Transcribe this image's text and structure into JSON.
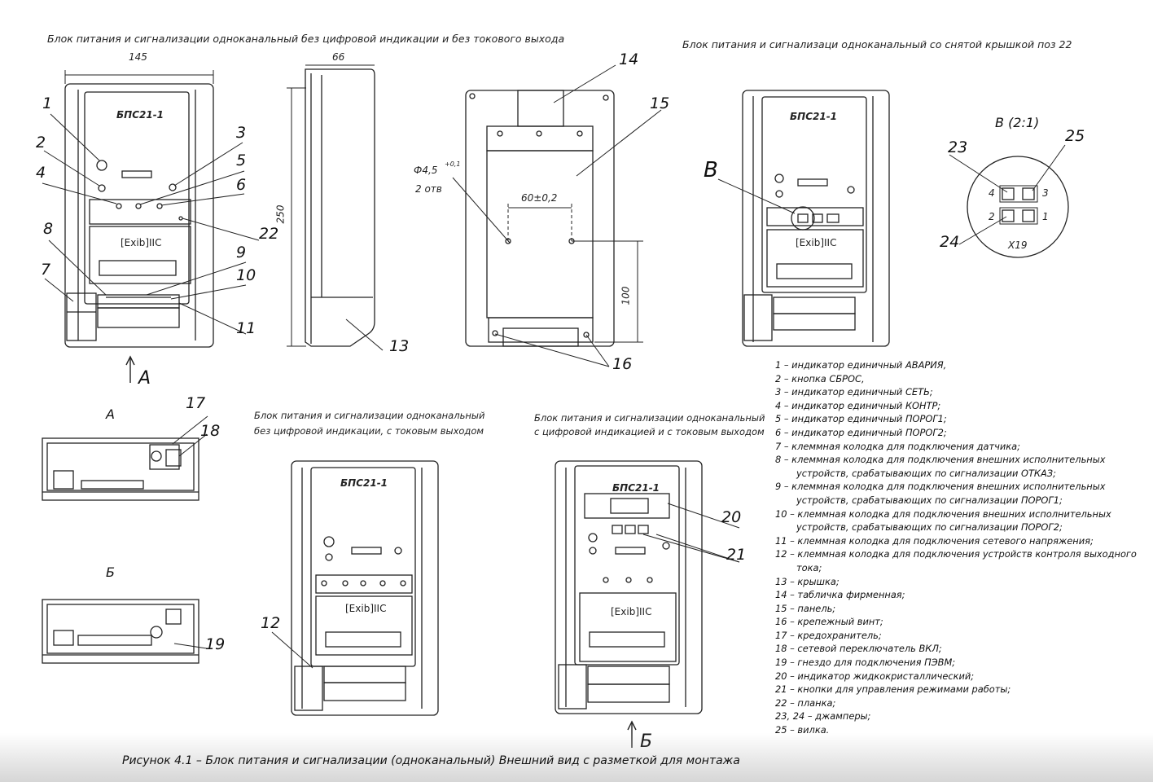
{
  "captions": {
    "top_left": "Блок питания и сигнализации одноканальный без цифровой индикации и без токового выхода",
    "top_right": "Блок питания и сигнализаци одноканальный со снятой крышкой поз 22",
    "mid_left_1": "Блок питания и сигнализации одноканальный",
    "mid_left_2": "без цифровой индикации, с токовым выходом",
    "mid_right_1": "Блок питания и сигнализации одноканальный",
    "mid_right_2": "с цифровой индикацией и с токовым выходом"
  },
  "dimensions": {
    "width_front": "145",
    "width_side": "66",
    "height": "250",
    "hole": "Ф4,5",
    "hole_tol": "+0,1",
    "holes_count": "2 отв",
    "hole_spacing": "60±0,2",
    "mount_height": "100"
  },
  "device": {
    "model": "БПС21-1",
    "marking": "[Exib]IIC",
    "view_a": "А",
    "view_b": "Б",
    "detail_view": "В (2:1)",
    "detail_ref": "В",
    "connector": "Х19",
    "pins": [
      "1",
      "2",
      "3",
      "4"
    ]
  },
  "callouts": [
    "1",
    "2",
    "3",
    "4",
    "5",
    "6",
    "7",
    "8",
    "9",
    "10",
    "11",
    "12",
    "13",
    "14",
    "15",
    "16",
    "17",
    "18",
    "19",
    "20",
    "21",
    "22",
    "23",
    "24",
    "25"
  ],
  "legend": [
    "1 – индикатор единичный АВАРИЯ,",
    "2 – кнопка СБРОС,",
    "3 – индикатор единичный СЕТЬ;",
    "4 – индикатор единичный КОНТР;",
    "5 – индикатор единичный ПОРОГ1;",
    "6 – индикатор единичный ПОРОГ2;",
    "7 – клеммная колодка для подключения датчика;",
    "8 – клеммная колодка для подключения внешних исполнительных устройств, срабатывающих по сигнализации ОТКАЗ;",
    "9 – клеммная колодка для подключения внешних исполнительных устройств, срабатывающих по сигнализации ПОРОГ1;",
    "10 – клеммная колодка для подключения внешних исполнительных устройств, срабатывающих по сигнализации ПОРОГ2;",
    "11 – клеммная колодка для подключения сетевого напряжения;",
    "12 – клеммная колодка для подключения устройств контроля выходного тока;",
    "13 – крышка;",
    "14 – табличка фирменная;",
    "15 – панель;",
    "16 – крепежный винт;",
    "17 – кредохранитель;",
    "18 – сетевой переключатель ВКЛ;",
    "19 – гнездо для подключения ПЭВМ;",
    "20 – индикатор жидкокристаллический;",
    "21 – кнопки для управления режимами работы;",
    "22 – планка;",
    "23, 24 – джамперы;",
    "25 – вилка."
  ],
  "figure_caption": "Рисунок 4.1 – Блок питания и сигнализации (одноканальный) Внешний вид с разметкой для монтажа"
}
